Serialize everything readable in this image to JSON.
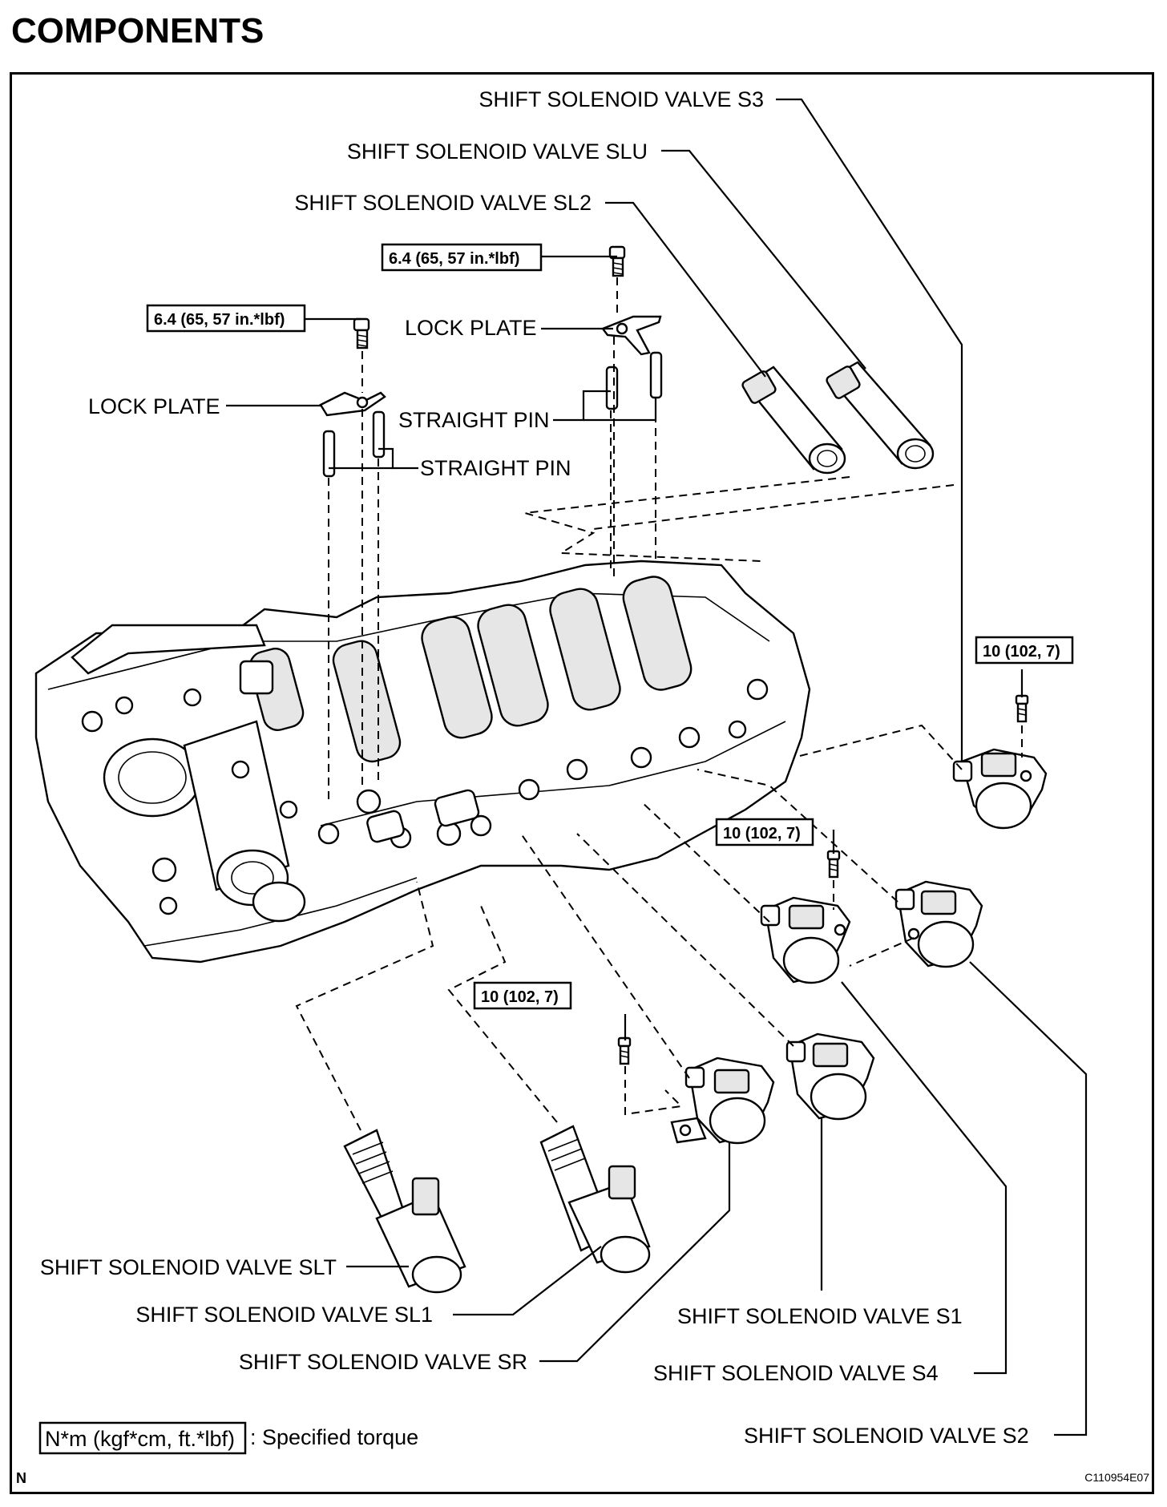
{
  "title": "COMPONENTS",
  "labels": {
    "s3": "SHIFT SOLENOID VALVE S3",
    "slu": "SHIFT SOLENOID VALVE SLU",
    "sl2": "SHIFT SOLENOID VALVE SL2",
    "lock_plate_right": "LOCK PLATE",
    "lock_plate_left": "LOCK PLATE",
    "straight_pin_right": "STRAIGHT PIN",
    "straight_pin_left": "STRAIGHT PIN",
    "slt": "SHIFT SOLENOID VALVE SLT",
    "sl1": "SHIFT SOLENOID VALVE SL1",
    "sr": "SHIFT SOLENOID VALVE SR",
    "s1": "SHIFT SOLENOID VALVE S1",
    "s4": "SHIFT SOLENOID VALVE S4",
    "s2": "SHIFT SOLENOID VALVE S2"
  },
  "torque": {
    "top_right_bolt": "6.4 (65, 57 in.*lbf)",
    "top_left_bolt": "6.4 (65, 57 in.*lbf)",
    "s3_bolt": "10 (102, 7)",
    "s4_bolt": "10 (102, 7)",
    "sr_bolt": "10 (102, 7)"
  },
  "legend": {
    "box": "N*m (kgf*cm, ft.*lbf)",
    "text": ": Specified torque"
  },
  "corner_left": "N",
  "figure_code": "C110954E07"
}
